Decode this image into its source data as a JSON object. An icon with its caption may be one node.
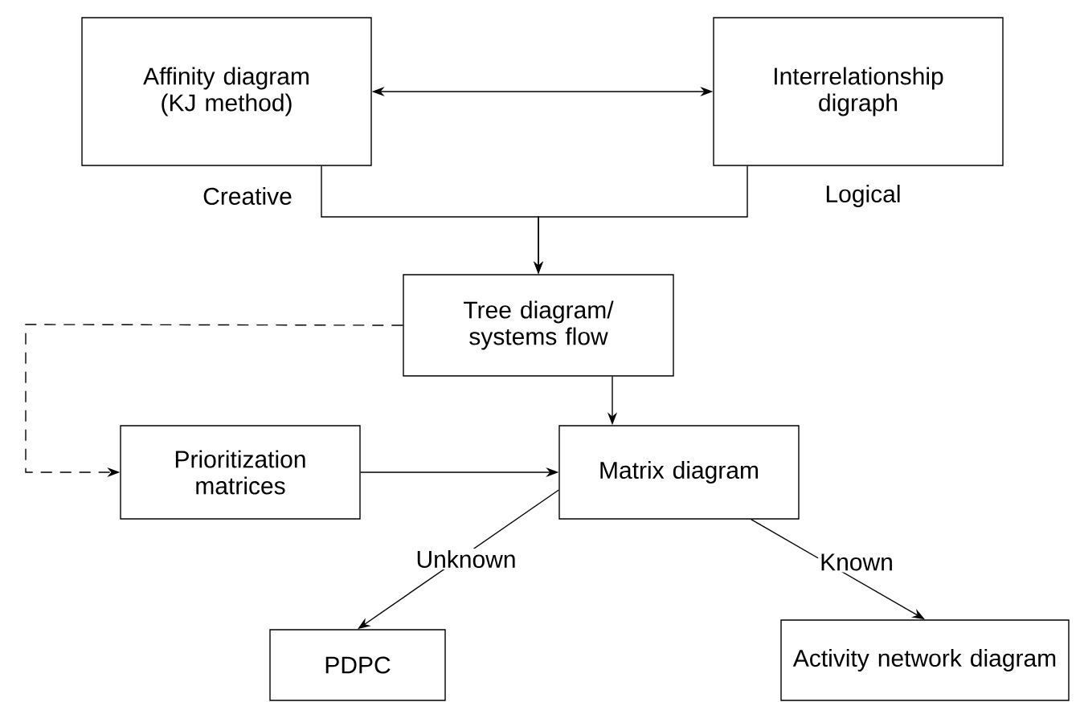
{
  "diagram": {
    "nodes": [
      {
        "text": [
          "Affinity diagram (KJ method)"
        ],
        "beside": [
          "Creative"
        ]
      },
      {
        "text": [
          "Interrelationship digraph"
        ],
        "beside": [
          "Logical"
        ]
      },
      {
        "text": [
          "Tree diagram/ systems flow"
        ]
      },
      {
        "text": [
          "Prioritization matrices"
        ]
      },
      {
        "text": [
          "Matrix diagram"
        ]
      },
      {
        "text": [
          "PDPC"
        ]
      },
      {
        "text": [
          "Activity network diagram"
        ]
      }
    ],
    "edges": [
      {
        "from": 0,
        "to": 1,
        "arrow": "both"
      },
      {
        "from": 0,
        "to": 2,
        "arrow": "to"
      },
      {
        "from": 1,
        "to": 2,
        "arrow": "to"
      },
      {
        "from": 2,
        "to": 3,
        "arrow": "to",
        "style": "dashed"
      },
      {
        "from": 2,
        "to": 4,
        "arrow": "to"
      },
      {
        "from": 3,
        "to": 4,
        "arrow": "to"
      },
      {
        "from": 4,
        "to": 5,
        "arrow": "to",
        "label": "Unknown"
      },
      {
        "from": 4,
        "to": 6,
        "arrow": "to",
        "label": "Known"
      }
    ]
  }
}
